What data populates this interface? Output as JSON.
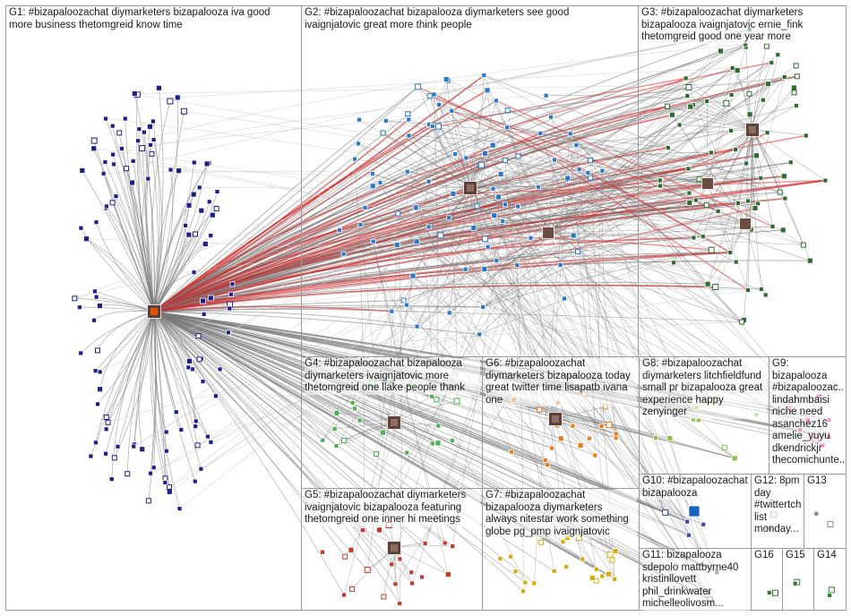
{
  "groups": [
    {
      "id": "G1",
      "label": "G1: #bizapaloozachat diymarketers bizapalooza iva good\nmore business thetomgreid know time",
      "color": "#1f1f8a"
    },
    {
      "id": "G2",
      "label": "G2: #bizapaloozachat bizapalooza diymarketers see good\nivaignjatovic great more think people",
      "color": "#2a78c8"
    },
    {
      "id": "G3",
      "label": "G3: #bizapaloozachat diymarketers\nbizapalooza ivaignjatovic ernie_fink\nthetomgreid good one year more",
      "color": "#2e6b2e"
    },
    {
      "id": "G4",
      "label": "G4: #bizapaloozachat bizapalooza\ndiymarketers ivaignjatovic more\nthetomgreid one llake people thank",
      "color": "#4caf50"
    },
    {
      "id": "G5",
      "label": "G5: #bizapaloozachat diymarketers\nivaignjatovic bizapalooza featuring\nthetomgreid one inner hi meetings",
      "color": "#c0392b"
    },
    {
      "id": "G6",
      "label": "G6: #bizapaloozachat\ndiymarketers bizapalooza today\ngreat twitter time lisapatb ivana\none",
      "color": "#e67e22"
    },
    {
      "id": "G7",
      "label": "G7: #bizapaloozachat\nbizapalooza diymarketers\nalways nitestar work something\nglobe pg_pmp ivaignjatovic",
      "color": "#d4ac0d"
    },
    {
      "id": "G8",
      "label": "G8: #bizapaloozachat\ndiymarketers litchfieldfund\nsmall pr bizapalooza great\nexperience happy\nzenyinger",
      "color": "#8bc34a"
    },
    {
      "id": "G9",
      "label": "G9:\nbizapalooza\n#bizapaloozac...\nlindahmbaisi\nniche need\nasanchez16\namelie_yuyu\ndkendrickjr\nthecomichunte...",
      "color": "#e91e8c"
    },
    {
      "id": "G10",
      "label": "G10: #bizapaloozachat\nbizapalooza",
      "color": "#3949ab"
    },
    {
      "id": "G11",
      "label": "G11: bizapalooza\nsdepolo mattbyrne40\nkristinllovett\nphil_drinkwater\nmichelleolivosm...",
      "color": "#6d4c41"
    },
    {
      "id": "G12",
      "label": "G12: 8pm\nday\n#twittertch...\nlist\nmonday...",
      "color": "#7f8c8d"
    },
    {
      "id": "G13",
      "label": "G13",
      "color": "#7f8c8d"
    },
    {
      "id": "G14",
      "label": "G14",
      "color": "#2e7d32"
    },
    {
      "id": "G15",
      "label": "G15",
      "color": "#2e7d32"
    },
    {
      "id": "G16",
      "label": "G16",
      "color": "#2e7d32"
    }
  ],
  "palette": {
    "edge_gray": "#7a7a7a",
    "edge_red": "#d62020",
    "edge_light": "#c8c8c8",
    "panel_border": "#9a9a9a"
  }
}
